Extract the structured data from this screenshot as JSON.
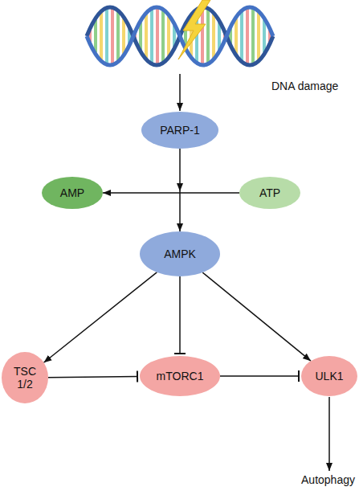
{
  "diagram": {
    "nodes": [
      {
        "text": [
          "PARP-1"
        ]
      },
      {
        "text": [
          "AMP"
        ]
      },
      {
        "text": [
          "ATP"
        ]
      },
      {
        "text": [
          "AMPK"
        ]
      },
      {
        "text": [
          "TSC 1/2"
        ]
      },
      {
        "text": [
          "mTORC1"
        ]
      },
      {
        "text": [
          "ULK1"
        ]
      }
    ],
    "edges": [
      {
        "from": 0,
        "to": 3,
        "arrow": "to"
      },
      {
        "from": 2,
        "to": 1,
        "arrow": "to"
      },
      {
        "from": 3,
        "to": 4,
        "arrow": "to"
      },
      {
        "from": 3,
        "to": 5,
        "arrow": "to"
      },
      {
        "from": 3,
        "to": 6,
        "arrow": "to"
      },
      {
        "from": 4,
        "to": 5,
        "arrow": "to"
      },
      {
        "from": 5,
        "to": 6,
        "arrow": "to"
      }
    ],
    "labels": [
      "DNA damage",
      "Autophagy"
    ]
  }
}
